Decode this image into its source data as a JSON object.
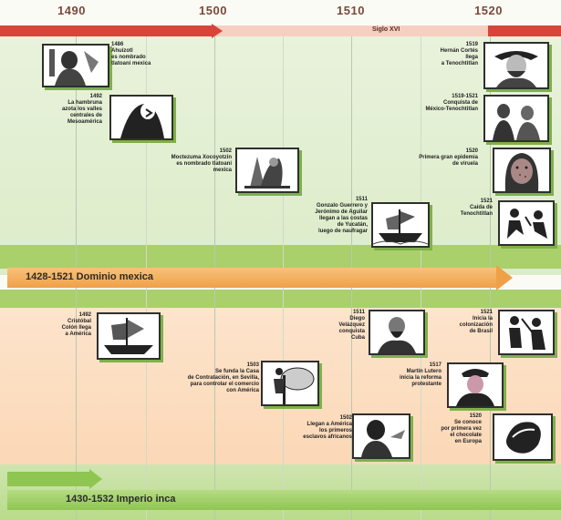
{
  "timeline": {
    "years": [
      {
        "label": "1490"
      },
      {
        "label": "1500"
      },
      {
        "label": "1510"
      },
      {
        "label": "1520"
      }
    ],
    "century_label": "Siglo XVI",
    "mexica_events": [
      {
        "id": "e1486",
        "text": "1486\nAhuízotl\nes nombrado\ntlatoani mexica",
        "align": "left",
        "image": "ahuizotl-portrait"
      },
      {
        "id": "e1492m",
        "text": "1492\nLa hambruna\nazota los valles\ncentrales de\nMesoamérica",
        "align": "right",
        "image": "famine-figure"
      },
      {
        "id": "e1502",
        "text": "1502\nMoctezuma Xocoyotzin\nes nombrado tlatoani\nmexica",
        "align": "right",
        "image": "moctezuma-codex"
      },
      {
        "id": "e1511m",
        "text": "1511\nGonzalo Guerrero y\nJerónimo de Aguilar\nllegan a las costas\nde Yucatán,\nluego de naufragar",
        "align": "right",
        "image": "shipwreck"
      },
      {
        "id": "e1519",
        "text": "1519\nHernán Cortés\nllega\na Tenochtitlan",
        "align": "right",
        "image": "cortes-portrait"
      },
      {
        "id": "e1519b",
        "text": "1519-1521\nConquista de\nMéxico-Tenochtitlan",
        "align": "right",
        "image": "conquest-scene"
      },
      {
        "id": "e1520",
        "text": "1520\nPrimera gran epidemia\nde viruela",
        "align": "right",
        "image": "smallpox-face"
      },
      {
        "id": "e1521",
        "text": "1521\nCaída de\nTenochtitlan",
        "align": "right",
        "image": "fall-figures"
      }
    ],
    "world_events": [
      {
        "id": "w1492",
        "text": "1492\nCristóbal\nColón llega\na América",
        "align": "right",
        "image": "caravel"
      },
      {
        "id": "w1503",
        "text": "1503\nSe funda la Casa\nde Contratación, en Sevilla,\npara controlar el comercio\ncon América",
        "align": "right",
        "image": "contratacion-figure"
      },
      {
        "id": "w1502",
        "text": "1502\nLlegan a América\nlos primeros\nesclavos africanos",
        "align": "right",
        "image": "african-slave"
      },
      {
        "id": "w1511",
        "text": "1511\nDiego\nVelázquez\nconquista\nCuba",
        "align": "right",
        "image": "velazquez-portrait"
      },
      {
        "id": "w1517",
        "text": "1517\nMartín Lutero\ninicia la reforma\nprotestante",
        "align": "right",
        "image": "luther-portrait"
      },
      {
        "id": "w1520",
        "text": "1520\nSe conoce\npor primera vez\nel chocolate\nen Europa",
        "align": "right",
        "image": "cacao-pod"
      },
      {
        "id": "w1521",
        "text": "1521\nInicia la\ncolonización\nde Brasil",
        "align": "right",
        "image": "brazil-figures"
      }
    ],
    "periods": {
      "mexica": "1428-1521 Dominio mexica",
      "inca": "1430-1532 Imperio inca"
    },
    "colors": {
      "century_bar": "#d9443a",
      "mexica_band": "#f0a047",
      "inca_band": "#8fc652",
      "green_bg": "#dcecc8",
      "orange_bg": "#fbd8b6"
    }
  }
}
